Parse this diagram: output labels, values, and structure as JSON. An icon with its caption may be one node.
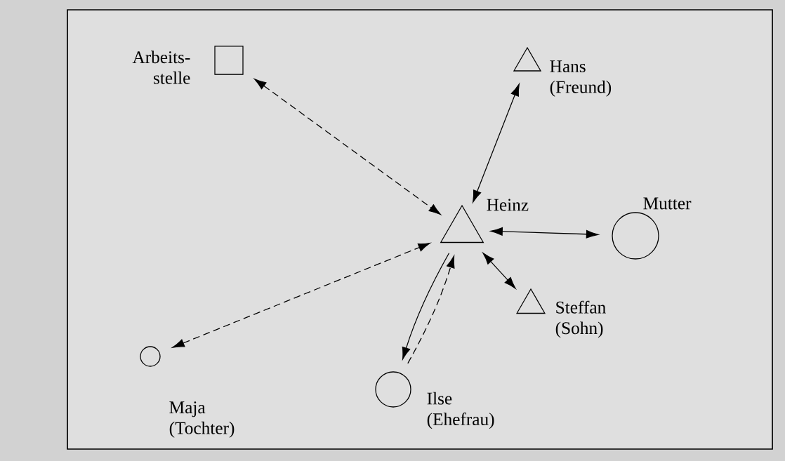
{
  "diagram": {
    "nodes": [
      {
        "text": [
          "Arbeits- stelle"
        ]
      },
      {
        "text": [
          "Hans (Freund)"
        ]
      },
      {
        "text": [
          "Heinz"
        ]
      },
      {
        "text": [
          "Mutter"
        ]
      },
      {
        "text": [
          "Steffan (Sohn)"
        ]
      },
      {
        "text": [
          "Maja (Tochter)"
        ]
      },
      {
        "text": [
          "Ilse (Ehefrau)"
        ]
      }
    ],
    "edges": [
      {
        "from": 0,
        "to": 2,
        "arrow": "both",
        "style": "dashed"
      },
      {
        "from": 1,
        "to": 2,
        "arrow": "both"
      },
      {
        "from": 3,
        "to": 2,
        "arrow": "both"
      },
      {
        "from": 4,
        "to": 2,
        "arrow": "both"
      },
      {
        "from": 5,
        "to": 2,
        "arrow": "both",
        "style": "dashed"
      },
      {
        "from": 6,
        "to": 2,
        "arrow": "to",
        "style": "dashed"
      },
      {
        "from": 2,
        "to": 6,
        "arrow": "to"
      }
    ]
  }
}
